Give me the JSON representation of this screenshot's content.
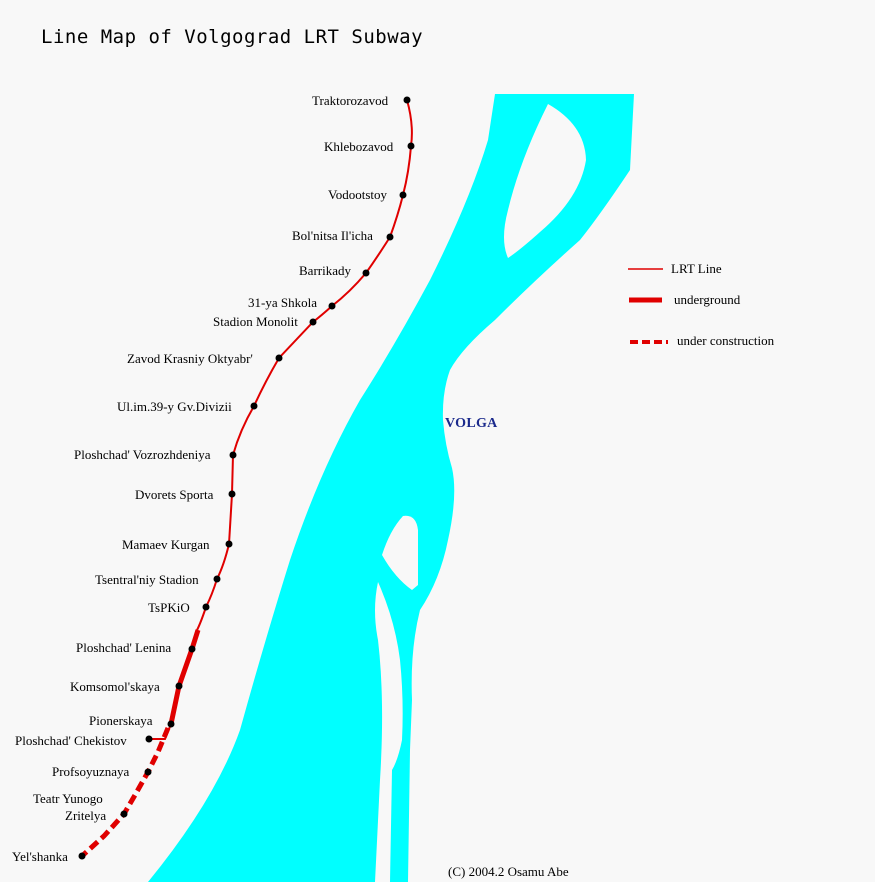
{
  "title": "Line Map of Volgograd LRT Subway",
  "river": {
    "name": "VOLGA",
    "color": "#00ffff"
  },
  "colors": {
    "line": "#e00000",
    "station": "#000000"
  },
  "legend": {
    "lrt_line": "LRT Line",
    "underground": "underground",
    "under_construction": "under construction"
  },
  "stations": [
    {
      "name": "Traktorozavod",
      "status": "lrt"
    },
    {
      "name": "Khlebozavod",
      "status": "lrt"
    },
    {
      "name": "Vodootstoy",
      "status": "lrt"
    },
    {
      "name": "Bol'nitsa Il'icha",
      "status": "lrt"
    },
    {
      "name": "Barrikady",
      "status": "lrt"
    },
    {
      "name": "31-ya Shkola",
      "status": "lrt"
    },
    {
      "name": "Stadion Monolit",
      "status": "lrt"
    },
    {
      "name": "Zavod Krasniy Oktyabr'",
      "status": "lrt"
    },
    {
      "name": "Ul.im.39-y Gv.Divizii",
      "status": "lrt"
    },
    {
      "name": "Ploshchad' Vozrozhdeniya",
      "status": "lrt"
    },
    {
      "name": "Dvorets Sporta",
      "status": "lrt"
    },
    {
      "name": "Mamaev Kurgan",
      "status": "lrt"
    },
    {
      "name": "Tsentral'niy Stadion",
      "status": "lrt"
    },
    {
      "name": "TsPKiO",
      "status": "lrt"
    },
    {
      "name": "Ploshchad' Lenina",
      "status": "underground"
    },
    {
      "name": "Komsomol'skaya",
      "status": "underground"
    },
    {
      "name": "Pionerskaya",
      "status": "underground"
    },
    {
      "name": "Ploshchad' Chekistov",
      "status": "branch"
    },
    {
      "name": "Profsoyuznaya",
      "status": "under construction"
    },
    {
      "name": "Teatr Yunogo",
      "status": "under construction"
    },
    {
      "name": "Zritelya",
      "status": "under construction"
    },
    {
      "name": "Yel'shanka",
      "status": "under construction"
    }
  ],
  "credit": "(C) 2004.2  Osamu Abe"
}
